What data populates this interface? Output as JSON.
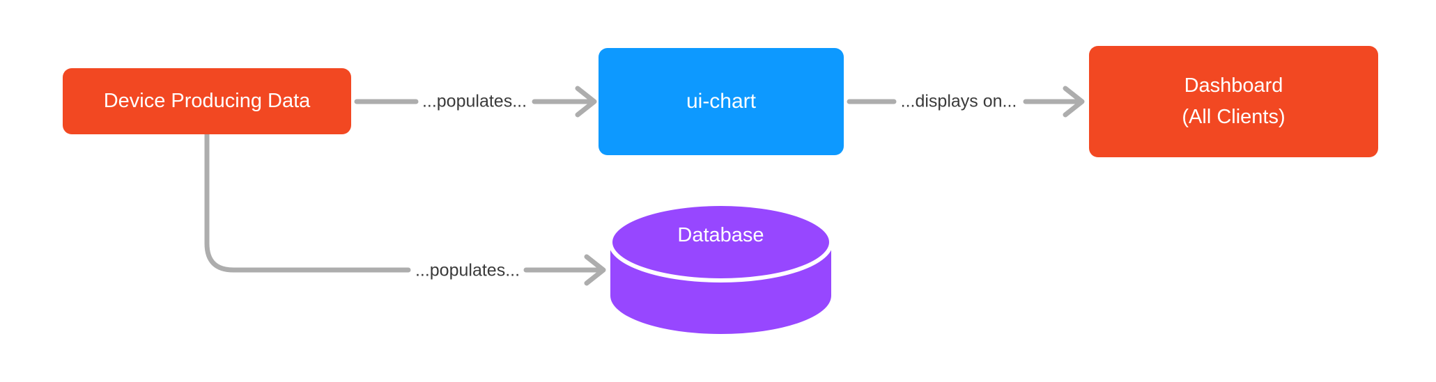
{
  "diagram": {
    "title": "Device data flow diagram",
    "background_color": "#FFFFFF",
    "connector_color": "#ADADAD",
    "edge_label_color": "#3A3A3A",
    "nodes": [
      {
        "id": "device",
        "shape": "rounded-rect",
        "label": "Device Producing Data",
        "fill_color": "#F24822",
        "text_color": "#FFFFFF"
      },
      {
        "id": "ui-chart",
        "shape": "rounded-rect",
        "label": "ui-chart",
        "fill_color": "#0D99FF",
        "text_color": "#FFFFFF"
      },
      {
        "id": "dashboard",
        "shape": "rounded-rect",
        "label": "Dashboard (All Clients)",
        "lines": [
          "Dashboard",
          "(All Clients)"
        ],
        "fill_color": "#F24822",
        "text_color": "#FFFFFF"
      },
      {
        "id": "database",
        "shape": "cylinder",
        "label": "Database",
        "fill_color": "#9747FF",
        "text_color": "#FFFFFF"
      }
    ],
    "edges": [
      {
        "from": "device",
        "to": "ui-chart",
        "label": "...populates...",
        "style": "straight-arrow"
      },
      {
        "from": "ui-chart",
        "to": "dashboard",
        "label": "...displays on...",
        "style": "straight-arrow"
      },
      {
        "from": "device",
        "to": "database",
        "label": "...populates...",
        "style": "curved-arrow"
      }
    ]
  }
}
